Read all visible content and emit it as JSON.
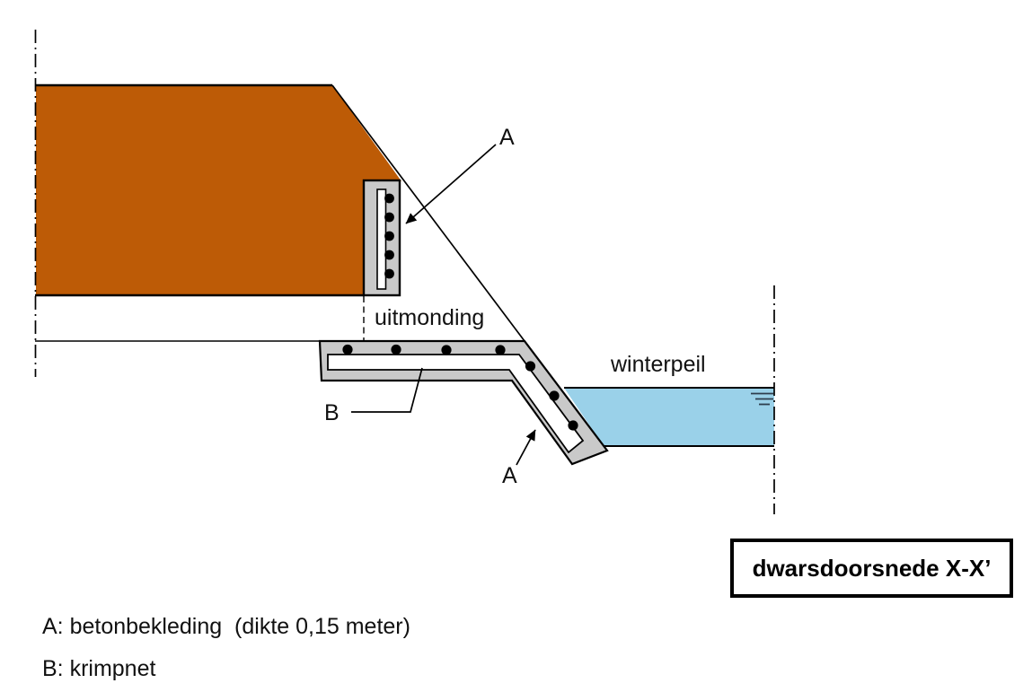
{
  "diagram": {
    "labels": {
      "a_top": "A",
      "a_bottom": "A",
      "b": "B",
      "uitmonding": "uitmonding",
      "winterpeil": "winterpeil"
    },
    "caption": "dwarsdoorsnede X-X’",
    "legend": {
      "a": "A: betonbekleding  (dikte 0,15 meter)",
      "b": "B: krimpnet"
    },
    "colors": {
      "soil": "#bd5b06",
      "water": "#9ad1e9",
      "concrete": "#c9c9c9",
      "outline": "#000000",
      "water_ticks": "#2e3d4d"
    },
    "rebar_dots": {
      "wall": 5,
      "floor": 4,
      "slope": 3
    }
  }
}
